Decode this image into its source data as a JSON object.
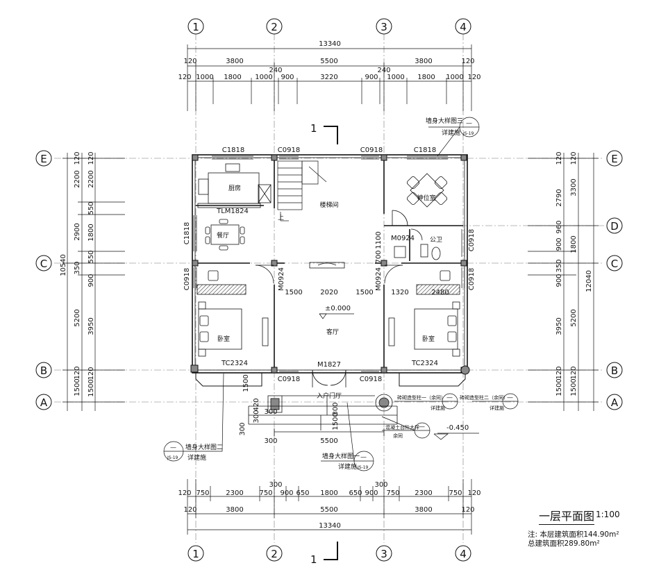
{
  "title": "一层平面图",
  "scale": "1:100",
  "notes": [
    "注: 本层建筑面积144.90m²",
    "总建筑面积289.80m²"
  ],
  "col_axes": [
    "1",
    "2",
    "3",
    "4"
  ],
  "row_axes": [
    "E",
    "D",
    "C",
    "B",
    "A"
  ],
  "dims": {
    "overall": "13340",
    "top_bays": [
      "120",
      "3800",
      "5500",
      "3800",
      "120"
    ],
    "top_detail": [
      "120",
      "1000",
      "1800",
      "1000",
      "900",
      "3220",
      "900",
      "1000",
      "1800",
      "1000",
      "120"
    ],
    "top_small": [
      "240",
      "240"
    ],
    "bottom_detail": [
      "120",
      "750",
      "2300",
      "750",
      "900",
      "650",
      "1800",
      "650",
      "900",
      "750",
      "2300",
      "750",
      "120"
    ],
    "bottom_small": [
      "300",
      "300"
    ],
    "bottom_bays": [
      "120",
      "3800",
      "5500",
      "3800",
      "120"
    ],
    "left_a": [
      "2200",
      "550",
      "1800",
      "550",
      "900",
      "3950",
      "120",
      "1500"
    ],
    "left_b": [
      "2200",
      "2900",
      "350",
      "5200",
      "1500"
    ],
    "left_c": [
      "120",
      "120",
      "120"
    ],
    "left_total": "10540",
    "right_a": [
      "2790",
      "960",
      "900",
      "350",
      "900",
      "3950",
      "1500",
      "120"
    ],
    "right_b": [
      "3300",
      "1800",
      "5200",
      "1500"
    ],
    "right_c": [
      "120",
      "120",
      "120"
    ],
    "right_total": "12040",
    "inner": [
      "1500",
      "2020",
      "1500",
      "1320",
      "2480",
      "1100",
      "700"
    ],
    "porch": [
      "300",
      "5500",
      "1500",
      "420",
      "300",
      "300",
      "300",
      "1500",
      "300"
    ]
  },
  "rooms": {
    "kitchen": "厨房",
    "dining": "餐厅",
    "stair": "楼梯间",
    "altar": "神位室",
    "wc": "公卫",
    "living": "客厅",
    "bed_l": "卧室",
    "bed_r": "卧室",
    "entry": "入户门厅"
  },
  "openings": {
    "c1818_a": "C1818",
    "c0918_a": "C0918",
    "c0918_b": "C0918",
    "c1818_b": "C1818",
    "tlm": "TLM1824",
    "c1818_c": "C1818",
    "c0918_l": "C0918",
    "m0924_a": "M0924",
    "m0924_b": "M0924",
    "m0924_c": "M0924",
    "c0918_r": "C0918",
    "c0918_r2": "C0918",
    "tc_l": "TC2324",
    "tc_r": "TC2324",
    "m1827": "M1827",
    "c0918_bl": "C0918",
    "c0918_br": "C0918"
  },
  "levels": {
    "living": "±0.000",
    "porch": "-0.450"
  },
  "section_mark": "1",
  "callouts": {
    "wall3": "墙身大样图三",
    "wall2": "墙身大样图二",
    "wall1": "墙身大样图一",
    "detail": "详建施",
    "col1": "砖砌造型柱一（余同）",
    "col2": "砖砌造型柱二（余同）",
    "step": "混凝土台阶大样",
    "same": "余同",
    "ref": "JS-19",
    "sym": "—",
    "up": "上"
  }
}
